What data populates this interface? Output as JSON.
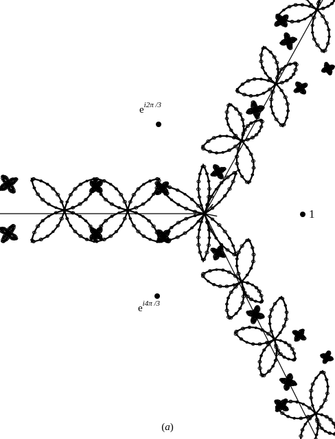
{
  "figure": {
    "labels": {
      "root_upper_base": "e",
      "root_upper_exponent": "i2π /3",
      "root_lower_base": "e",
      "root_lower_exponent": "i4π /3",
      "root_one": "1"
    },
    "caption": {
      "open": "(",
      "letter": "a",
      "close": ")"
    },
    "colors": {
      "ink": "#000000",
      "background": "#ffffff"
    }
  }
}
